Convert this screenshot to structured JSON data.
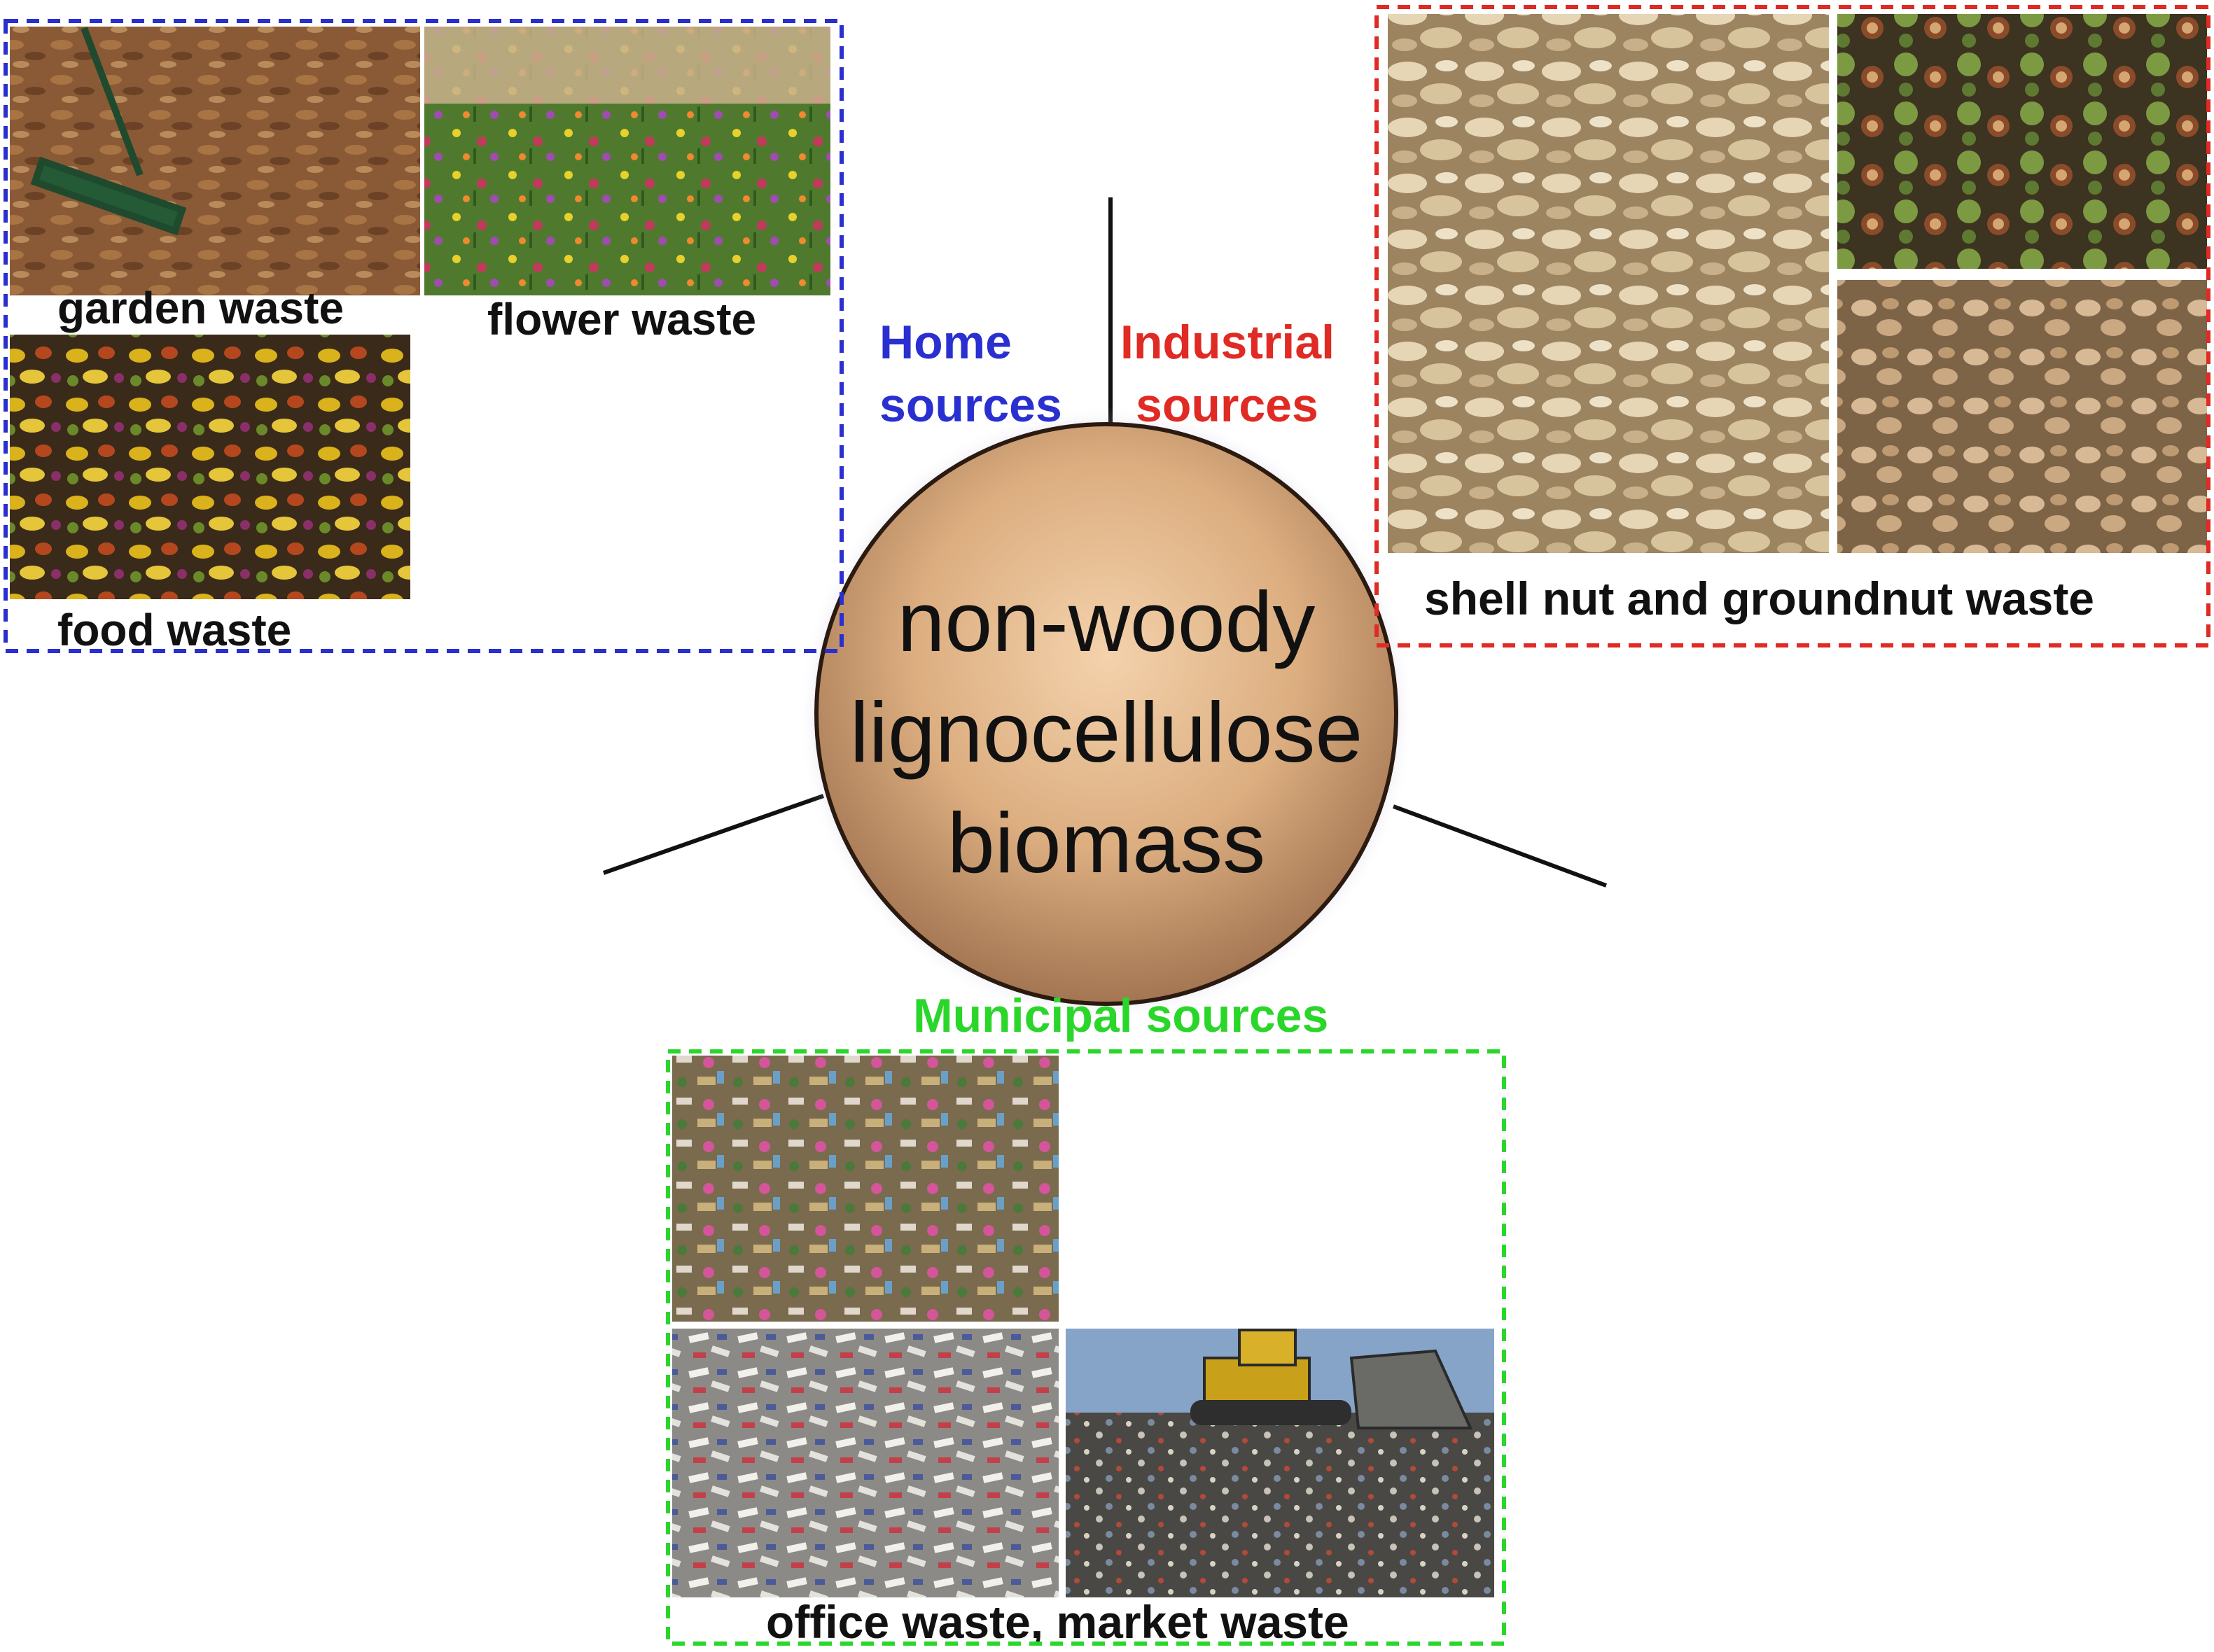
{
  "center": {
    "lines": [
      "non-woody",
      "lignocellulose",
      "biomass"
    ]
  },
  "groups": {
    "home": {
      "heading_lines": [
        "Home",
        "sources"
      ],
      "color": "#2a2fd0",
      "captions": {
        "garden": "garden waste",
        "flower": "flower waste",
        "food": "food waste"
      }
    },
    "industrial": {
      "heading_lines": [
        "Industrial",
        "sources"
      ],
      "color": "#e02a24",
      "captions": {
        "shell": "shell nut and groundnut waste"
      }
    },
    "municipal": {
      "heading": "Municipal sources",
      "color": "#2bd62b",
      "captions": {
        "office": "office waste, market waste"
      }
    }
  },
  "photos": {
    "garden": "photo-garden-leaves-rake",
    "flower": "photo-flower-compost",
    "food": "photo-food-scraps",
    "peanut": "photo-peanut-shells",
    "cashew": "photo-cashew-shells",
    "almond": "photo-almond-shells",
    "dump": "photo-dump-heap",
    "paper": "photo-paper-waste",
    "landfill": "photo-landfill-bulldozer"
  }
}
